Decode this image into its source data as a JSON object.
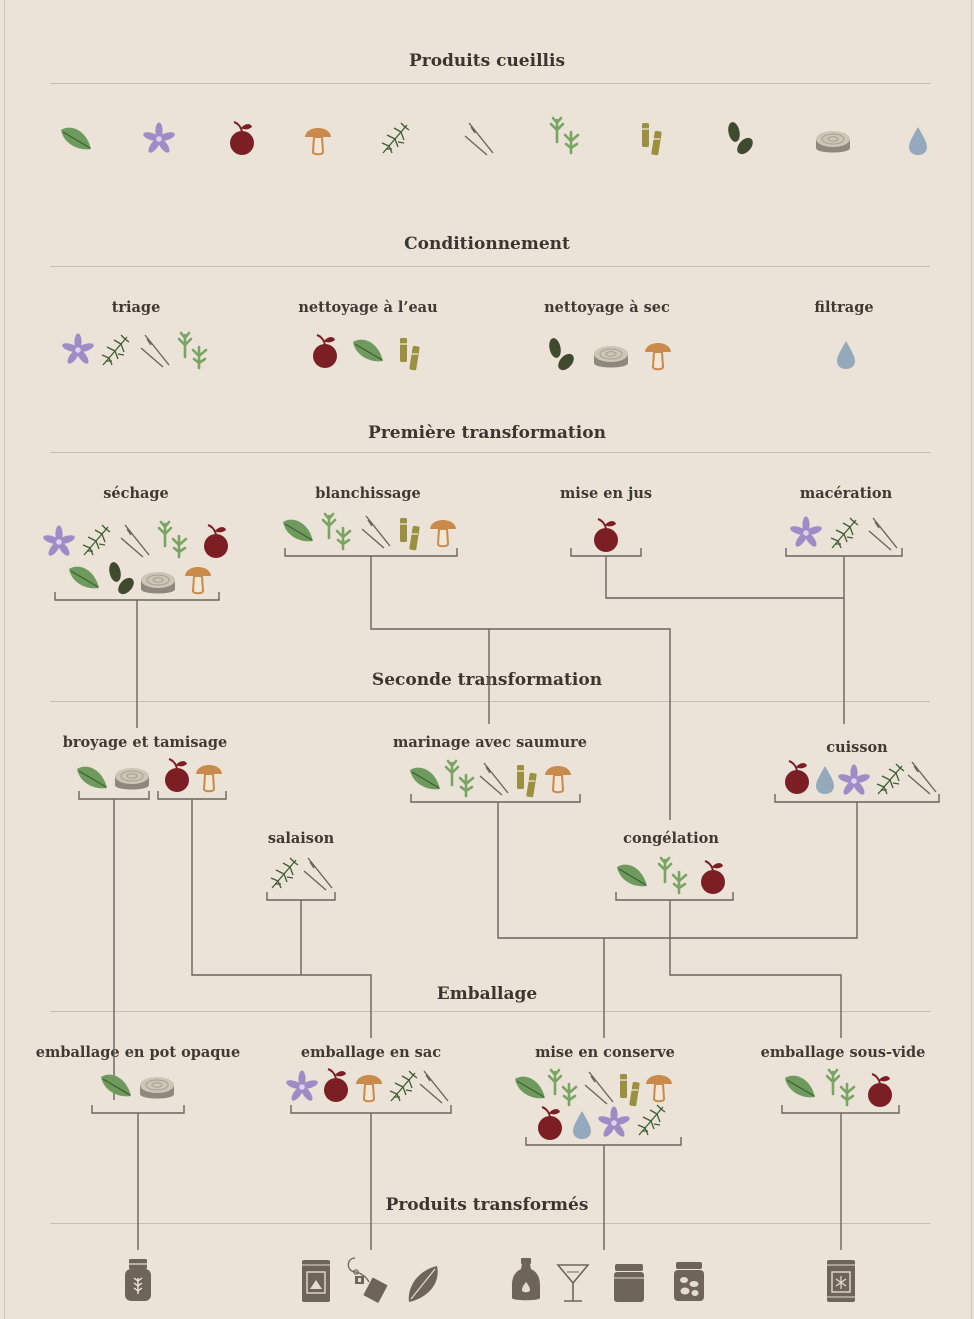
{
  "sections": {
    "harvested": "Produits cueillis",
    "conditioning": "Conditionnement",
    "first": "Première transformation",
    "second": "Seconde transformation",
    "packaging": "Emballage",
    "final": "Produits transformés"
  },
  "harvested_icons": [
    "leaf-icon",
    "flower-icon",
    "berry-icon",
    "mushroom-icon",
    "herb-sprig-icon",
    "twig-icon",
    "shoot-icon",
    "stem-icon",
    "seed-icon",
    "wood-slice-icon",
    "water-drop-icon"
  ],
  "steps": {
    "triage": "triage",
    "nettoyage_eau": "nettoyage à l’eau",
    "nettoyage_sec": "nettoyage à sec",
    "filtrage": "filtrage",
    "sechage": "séchage",
    "blanchissage": "blanchissage",
    "mise_en_jus": "mise en jus",
    "maceration": "macération",
    "broyage": "broyage et tamisage",
    "marinage": "marinage avec saumure",
    "cuisson": "cuisson",
    "salaison": "salaison",
    "congelation": "congélation",
    "pot_opaque": "emballage en pot opaque",
    "sac": "emballage en sac",
    "conserve": "mise en conserve",
    "sous_vide": "emballage sous-vide"
  },
  "final_products": [
    "spice-jar-icon",
    "pouch-icon",
    "tea-bag-icon",
    "dried-leaf-icon",
    "bottle-icon",
    "cocktail-glass-icon",
    "preserve-jar-icon",
    "pickle-jar-icon",
    "vacuum-pack-icon"
  ],
  "colors": {
    "background": "#ebe3d8",
    "text": "#3f3a33",
    "lines": "#6b655d",
    "leaf": "#6f9a5e",
    "flower": "#9d8cc6",
    "berry": "#7b1f24",
    "mushroom": "#c98a4b",
    "seed": "#3f4a2e",
    "stem": "#9b9040",
    "water": "#94a9bb",
    "wood": "#b9b3a6",
    "product": "#6f6458"
  }
}
